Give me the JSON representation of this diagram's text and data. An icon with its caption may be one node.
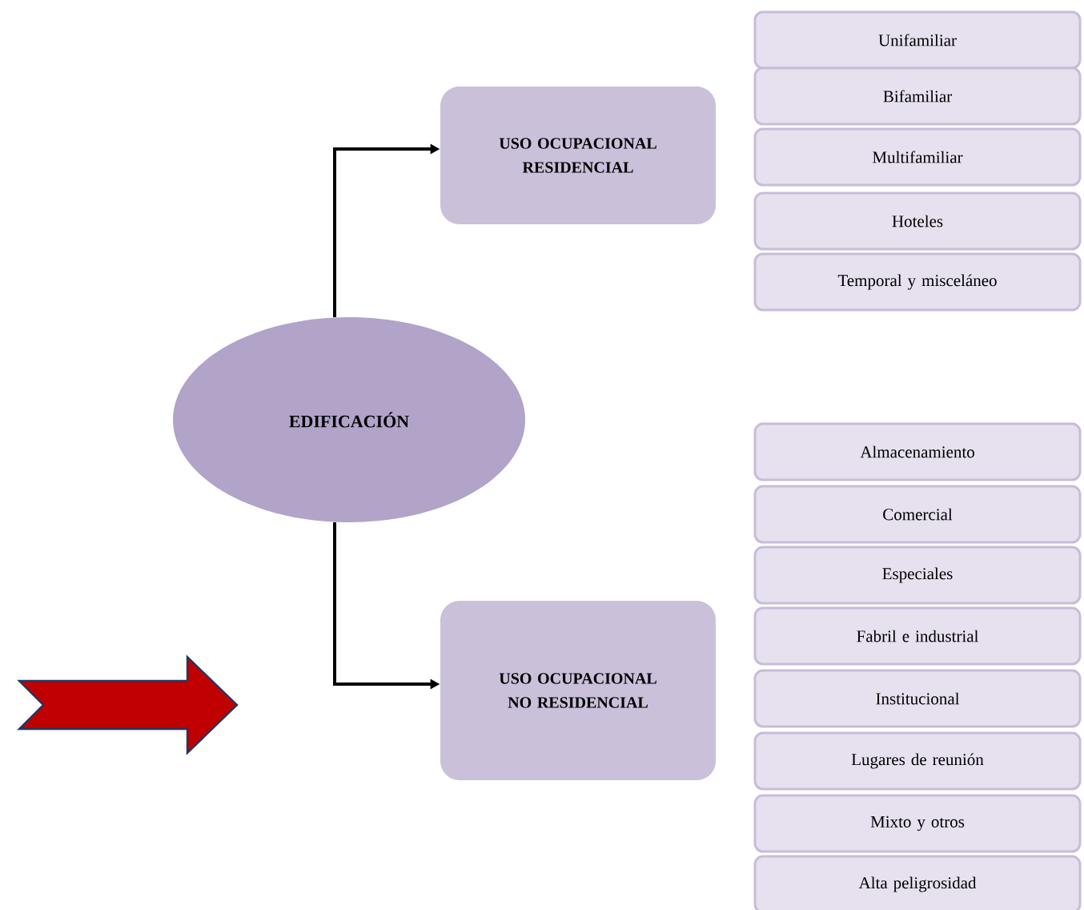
{
  "diagram": {
    "nodes": [
      {
        "text": [
          "EDIFICACIÓN"
        ]
      },
      {
        "text": [
          "USO OCUPACIONAL RESIDENCIAL"
        ]
      },
      {
        "text": [
          "USO OCUPACIONAL NO RESIDENCIAL"
        ]
      },
      {
        "text": [
          "Unifamiliar"
        ]
      },
      {
        "text": [
          "Bifamiliar"
        ]
      },
      {
        "text": [
          "Multifamiliar"
        ]
      },
      {
        "text": [
          "Hoteles"
        ]
      },
      {
        "text": [
          "Temporal y misceláneo"
        ]
      },
      {
        "text": [
          "Almacenamiento"
        ]
      },
      {
        "text": [
          "Comercial"
        ]
      },
      {
        "text": [
          "Especiales"
        ]
      },
      {
        "text": [
          "Fabril e industrial"
        ]
      },
      {
        "text": [
          "Institucional"
        ]
      },
      {
        "text": [
          "Lugares de reunión"
        ]
      },
      {
        "text": [
          "Mixto y otros"
        ]
      },
      {
        "text": [
          "Alta peligrosidad"
        ]
      }
    ],
    "edges": [
      {
        "from": 0,
        "to": 1,
        "arrow": "to"
      },
      {
        "from": 0,
        "to": 2,
        "arrow": "to"
      }
    ]
  }
}
